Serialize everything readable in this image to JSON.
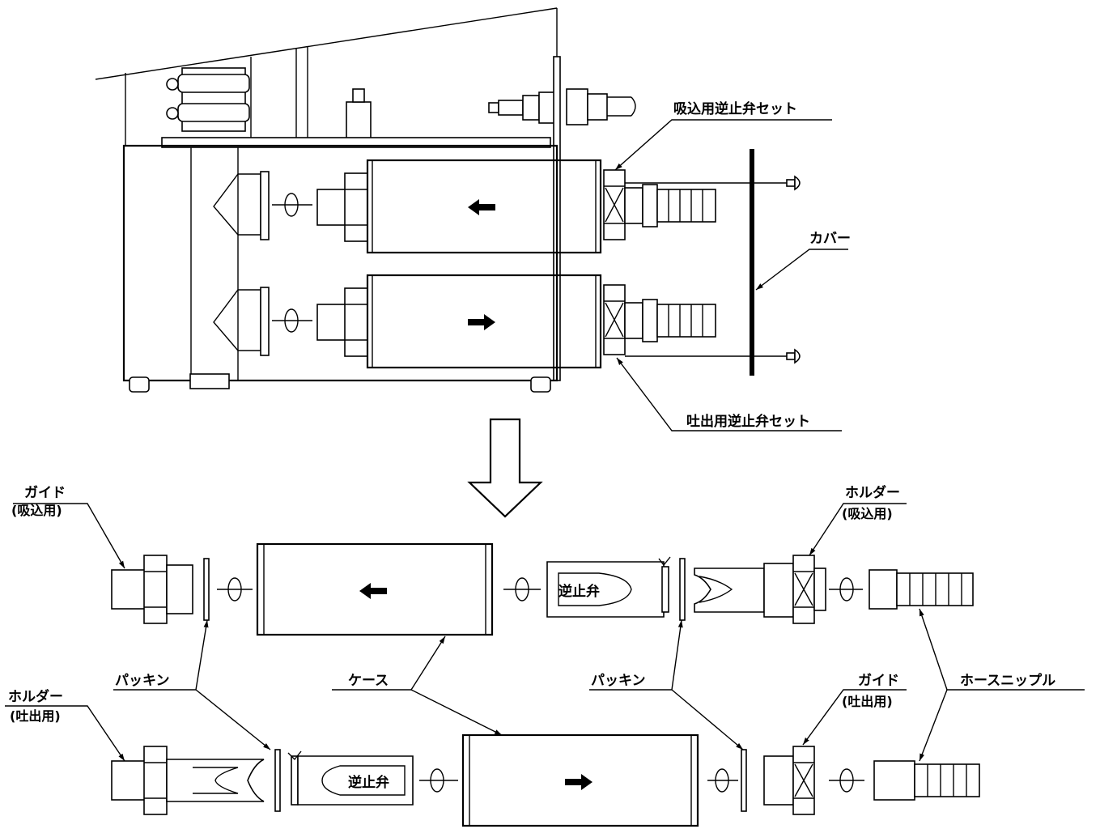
{
  "labels": {
    "suction_check_valve_set": "吸込用逆止弁セット",
    "discharge_check_valve_set": "吐出用逆止弁セット",
    "cover": "カバー",
    "guide_suction": "ガイド",
    "guide_suction_sub": "(吸込用)",
    "holder_suction": "ホルダー",
    "holder_suction_sub": "(吸込用)",
    "packing_left": "パッキン",
    "case": "ケース",
    "packing_right": "パッキン",
    "guide_discharge": "ガイド",
    "guide_discharge_sub": "(吐出用)",
    "hose_nipple": "ホースニップル",
    "holder_discharge": "ホルダー",
    "holder_discharge_sub": "(吐出用)",
    "check_valve_top": "逆止弁",
    "check_valve_bottom": "逆止弁"
  }
}
